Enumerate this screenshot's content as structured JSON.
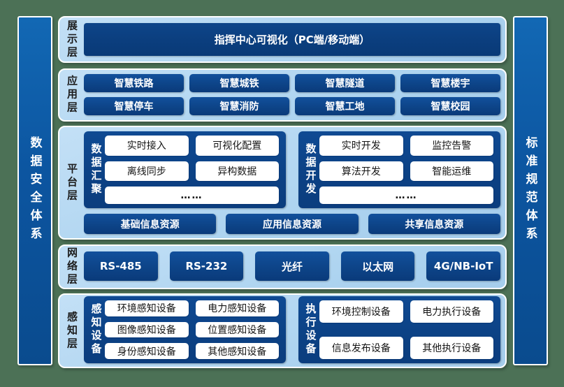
{
  "left_bar": {
    "label": "数据安全体系"
  },
  "right_bar": {
    "label": "标准规范体系"
  },
  "layers": {
    "display": {
      "label": "展示层",
      "box": "指挥中心可视化（PC端/移动端）"
    },
    "application": {
      "label": "应用层",
      "items": [
        "智慧铁路",
        "智慧城铁",
        "智慧隧道",
        "智慧楼宇",
        "智慧停车",
        "智慧消防",
        "智慧工地",
        "智慧校园"
      ]
    },
    "platform": {
      "label": "平台层",
      "groups": [
        {
          "label": "数据汇聚",
          "items": [
            "实时接入",
            "可视化配置",
            "离线同步",
            "异构数据"
          ],
          "more": "……"
        },
        {
          "label": "数据开发",
          "items": [
            "实时开发",
            "监控告警",
            "算法开发",
            "智能运维"
          ],
          "more": "……"
        }
      ],
      "resources": [
        "基础信息资源",
        "应用信息资源",
        "共享信息资源"
      ]
    },
    "network": {
      "label": "网络层",
      "items": [
        "RS-485",
        "RS-232",
        "光纤",
        "以太网",
        "4G/NB-IoT"
      ]
    },
    "perception": {
      "label": "感知层",
      "groups": [
        {
          "label": "感知设备",
          "items": [
            "环境感知设备",
            "电力感知设备",
            "图像感知设备",
            "位置感知设备",
            "身份感知设备",
            "其他感知设备"
          ]
        },
        {
          "label": "执行设备",
          "items": [
            "环境控制设备",
            "电力执行设备",
            "信息发布设备",
            "其他执行设备"
          ]
        }
      ]
    }
  },
  "colors": {
    "frame_green": "#4c7156",
    "panel_light_blue": "#aed4f0",
    "navy": "#0d4488",
    "pillar_blue": "#0c55a0",
    "white_box": "#ffffff"
  }
}
